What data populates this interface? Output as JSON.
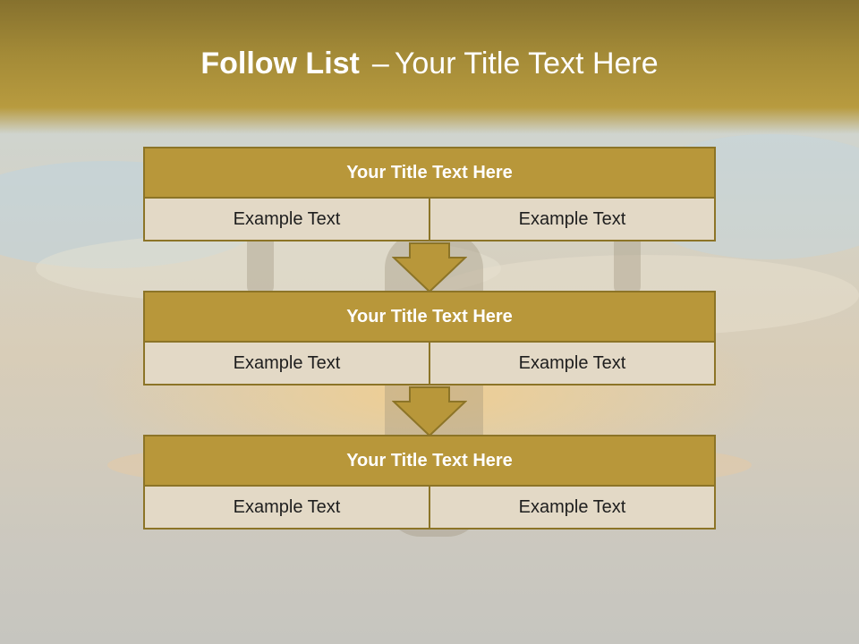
{
  "slide": {
    "title_bold": "Follow List",
    "title_dash": "–",
    "title_rest": "Your Title Text Here"
  },
  "blocks": [
    {
      "title": "Your Title Text Here",
      "left": "Example Text",
      "right": "Example Text"
    },
    {
      "title": "Your Title Text Here",
      "left": "Example Text",
      "right": "Example Text"
    },
    {
      "title": "Your Title Text Here",
      "left": "Example Text",
      "right": "Example Text"
    }
  ],
  "colors": {
    "header_band": "#a38a37",
    "block_header": "#b8973a",
    "block_cell": "#e3d9c6",
    "border": "#8c7427",
    "arrow": "#b8973a"
  }
}
